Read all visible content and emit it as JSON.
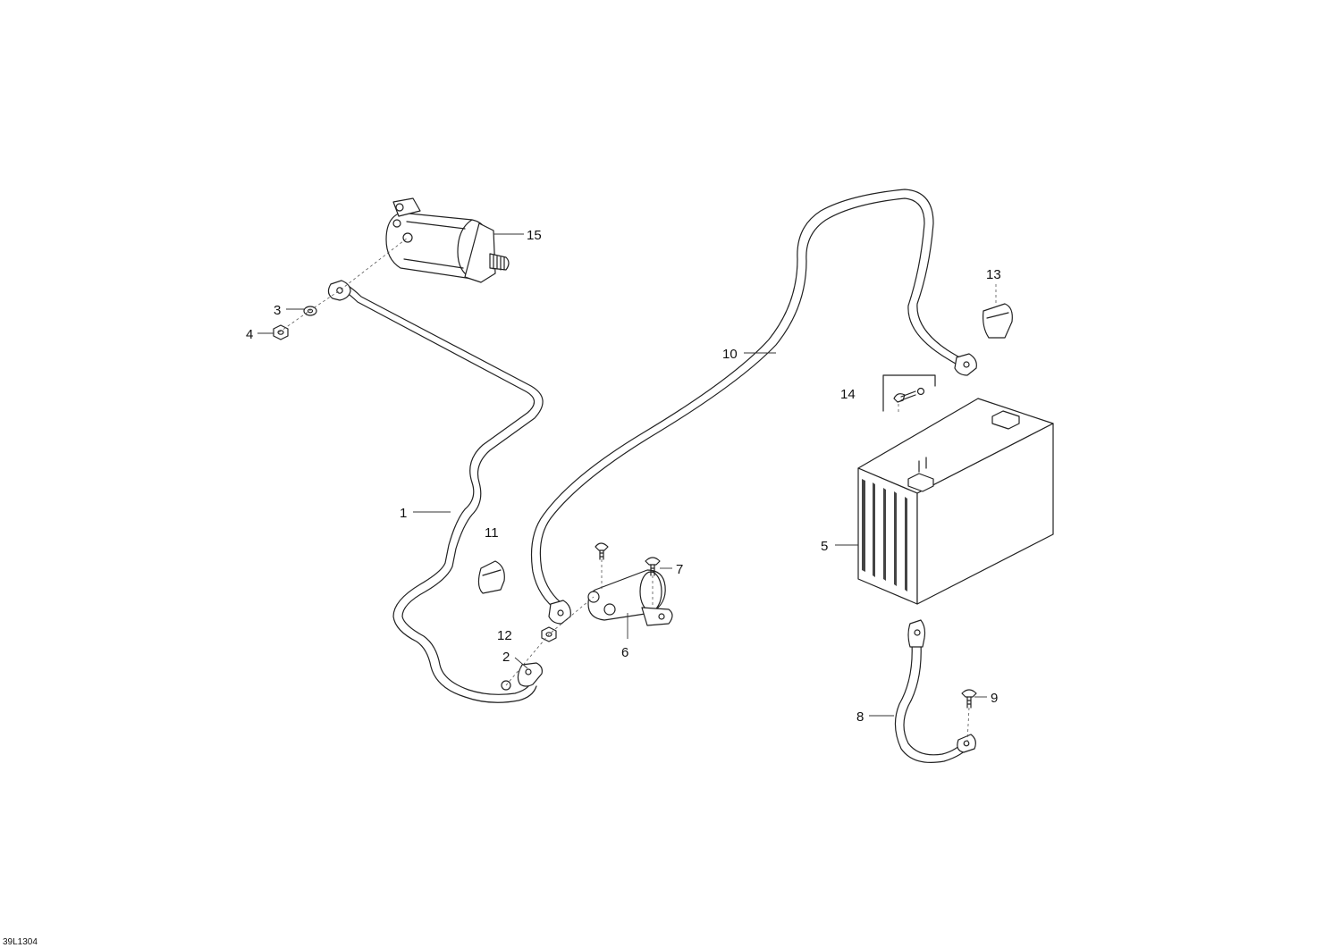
{
  "diagram": {
    "drawing_code": "39L1304",
    "callouts": {
      "c1": "1",
      "c2": "2",
      "c3": "3",
      "c4": "4",
      "c5": "5",
      "c6": "6",
      "c7": "7",
      "c8": "8",
      "c9": "9",
      "c10": "10",
      "c11": "11",
      "c12": "12",
      "c13": "13",
      "c14": "14",
      "c15": "15"
    }
  }
}
